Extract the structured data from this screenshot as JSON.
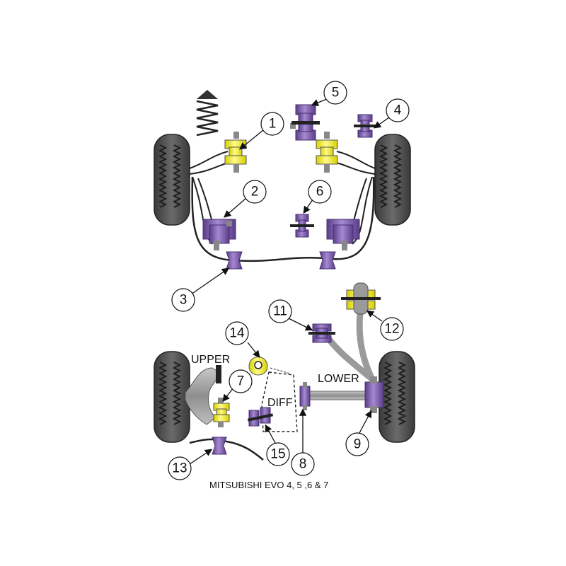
{
  "caption": "MITSUBISHI EVO 4, 5 ,6 & 7",
  "labels": {
    "upper": "UPPER",
    "lower": "LOWER",
    "diff": "DIFF"
  },
  "callouts": {
    "n1": "1",
    "n2": "2",
    "n3": "3",
    "n4": "4",
    "n5": "5",
    "n6": "6",
    "n7": "7",
    "n8": "8",
    "n9": "9",
    "n11": "11",
    "n12": "12",
    "n13": "13",
    "n14": "14",
    "n15": "15"
  },
  "colors": {
    "purple": "#6f4ea0",
    "purple_light": "#9a7cc4",
    "yellow": "#f2ec1e",
    "yellow_light": "#fbf79a",
    "tyre": "#4a4a4a",
    "tyre_tread": "#2c2c2c",
    "arm_grey": "#a6a6a6"
  }
}
